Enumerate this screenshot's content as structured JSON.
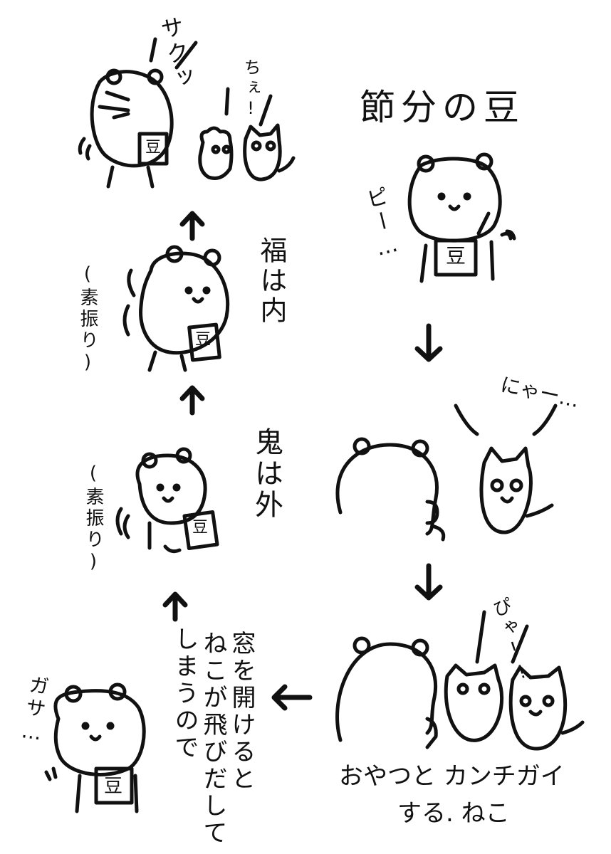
{
  "title": "節分の豆",
  "bean_box_label": "豆",
  "panels": {
    "p1": {
      "sfx": "ピー…"
    },
    "p2": {
      "sfx": "にゃー…"
    },
    "p3": {
      "sfx": "ぴゃ!!",
      "caption_line1": "おやつと カンチガイ",
      "caption_line2": "する. ねこ"
    },
    "p4": {
      "sfx": "ガサ…"
    },
    "middle": {
      "narration": [
        "窓を開けると",
        "ねこが飛びだして",
        "しまうので"
      ]
    },
    "p5": {
      "shout": "鬼は外",
      "note": "(素振り)"
    },
    "p6": {
      "shout": "福は内",
      "note": "(素振り)"
    },
    "p7": {
      "sfx": "サクッ",
      "cat_sfx": "ちぇ!"
    }
  },
  "colors": {
    "ink": "#111111",
    "paper": "#ffffff"
  }
}
